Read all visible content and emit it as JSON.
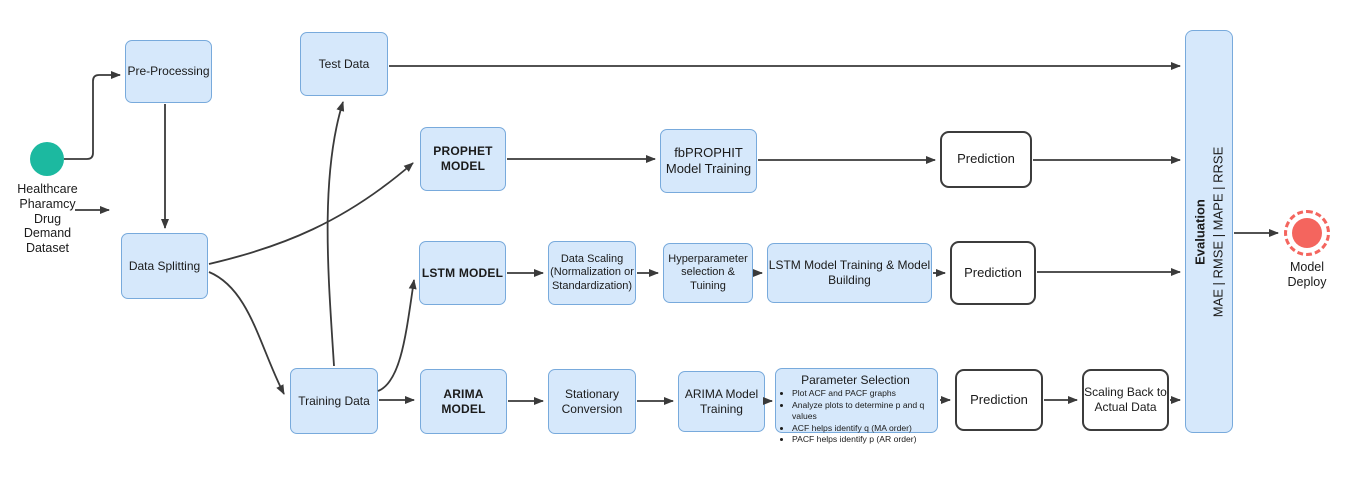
{
  "diagram": {
    "dataset": {
      "label": "Healthcare\nPharamcy\nDrug\nDemand\nDataset"
    },
    "nodes": {
      "pre_processing": "Pre-Processing",
      "test_data": "Test Data",
      "data_splitting": "Data Splitting",
      "training_data": "Training Data",
      "prophet_model": "PROPHET\nMODEL",
      "fbprophit_training": "fbPROPHIT\nModel Training",
      "lstm_model": "LSTM MODEL",
      "data_scaling": "Data Scaling\n(Normalization or\nStandardization)",
      "hyperparameter": "Hyperparameter\nselection & Tuining",
      "lstm_training": "LSTM Model Training & Model\nBuilding",
      "arima_model": "ARIMA MODEL",
      "stationary_conversion": "Stationary\nConversion",
      "arima_training": "ARIMA Model\nTraining",
      "parameter_selection": {
        "title": "Parameter Selection",
        "bullets": [
          "Plot ACF and PACF graphs",
          "Analyze plots to determine p and q values",
          "ACF helps identify q (MA order)",
          "PACF helps identify p (AR order)"
        ]
      },
      "prediction_prophet": "Prediction",
      "prediction_lstm": "Prediction",
      "prediction_arima": "Prediction",
      "scaling_back": "Scaling Back to\nActual Data",
      "evaluation": {
        "title": "Evaluation",
        "metrics": "MAE | RMSE | MAPE | RRSE"
      },
      "model_deploy": "Model\nDeploy"
    },
    "edges": [
      {
        "from": "dataset",
        "to": "pre_processing"
      },
      {
        "from": "dataset",
        "to": "data_splitting"
      },
      {
        "from": "pre_processing",
        "to": "data_splitting"
      },
      {
        "from": "data_splitting",
        "to": "prophet_model"
      },
      {
        "from": "data_splitting",
        "to": "training_data"
      },
      {
        "from": "training_data",
        "to": "test_data"
      },
      {
        "from": "training_data",
        "to": "lstm_model"
      },
      {
        "from": "training_data",
        "to": "arima_model"
      },
      {
        "from": "test_data",
        "to": "evaluation"
      },
      {
        "from": "prophet_model",
        "to": "fbprophit_training"
      },
      {
        "from": "fbprophit_training",
        "to": "prediction_prophet"
      },
      {
        "from": "prediction_prophet",
        "to": "evaluation"
      },
      {
        "from": "lstm_model",
        "to": "data_scaling"
      },
      {
        "from": "data_scaling",
        "to": "hyperparameter"
      },
      {
        "from": "hyperparameter",
        "to": "lstm_training"
      },
      {
        "from": "lstm_training",
        "to": "prediction_lstm"
      },
      {
        "from": "prediction_lstm",
        "to": "evaluation"
      },
      {
        "from": "arima_model",
        "to": "stationary_conversion"
      },
      {
        "from": "stationary_conversion",
        "to": "arima_training"
      },
      {
        "from": "arima_training",
        "to": "parameter_selection"
      },
      {
        "from": "parameter_selection",
        "to": "prediction_arima"
      },
      {
        "from": "prediction_arima",
        "to": "scaling_back"
      },
      {
        "from": "scaling_back",
        "to": "evaluation"
      },
      {
        "from": "evaluation",
        "to": "model_deploy"
      }
    ],
    "colors": {
      "box_fill": "#d6e8fb",
      "box_border": "#78aadc",
      "white_box_border": "#3c3c3c",
      "arrow": "#3a3a3a",
      "dataset_circle": "#1cb9a0",
      "deploy_circle": "#f4655e"
    }
  }
}
